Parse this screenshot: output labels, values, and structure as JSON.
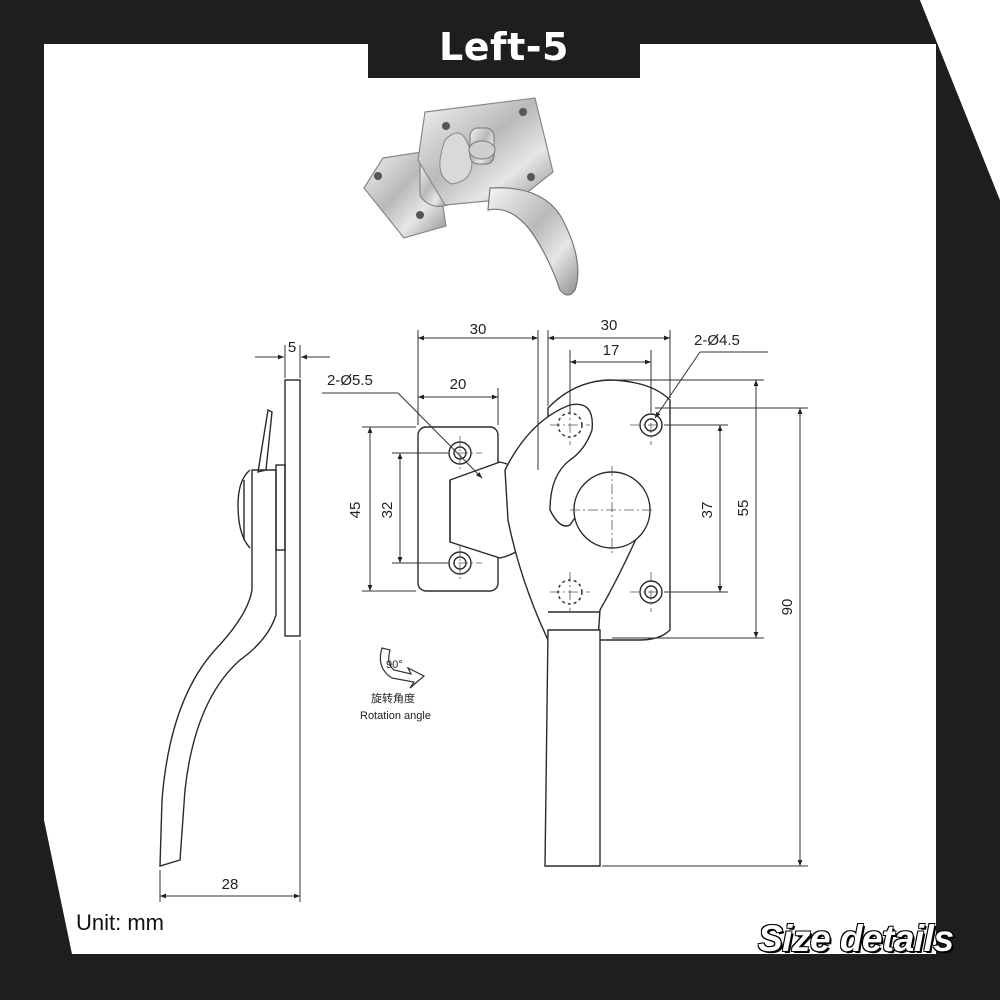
{
  "title": "Left-5",
  "unit": "Unit:  mm",
  "badge": "Size details",
  "dimensions": {
    "side_thickness": "5",
    "side_width": "28",
    "top_left": "30",
    "top_right": "30",
    "inner_17": "17",
    "inner_20": "20",
    "hole_small": "2-Ø4.5",
    "hole_large": "2-Ø5.5",
    "height_45": "45",
    "height_32": "32",
    "height_37": "37",
    "height_55": "55",
    "height_90": "90"
  },
  "rotation": {
    "angle": "90°",
    "label_cn": "旋转角度",
    "label_en": "Rotation angle"
  },
  "colors": {
    "frame": "#1e1e1e",
    "paper": "#ffffff",
    "line": "#2a2a2a",
    "metal": "#c9c9c9"
  }
}
